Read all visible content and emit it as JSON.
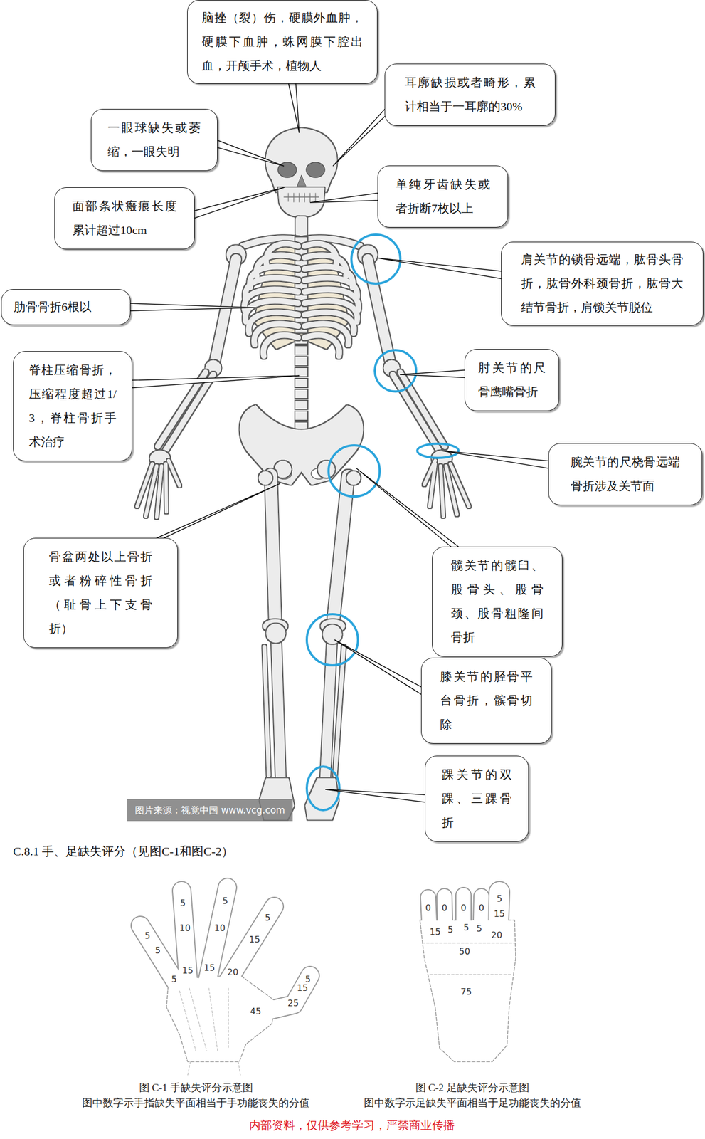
{
  "diagram": {
    "nodes": [
      {
        "text": [
          "脑挫（裂）伤，硬膜外血肿，硬膜下血肿，蛛网膜下腔出血，开颅手术，植物人"
        ]
      },
      {
        "text": [
          "耳廓缺损或者畸形，累计相当于一耳廓的30%"
        ]
      },
      {
        "text": [
          "一眼球缺失或萎缩，一眼失明"
        ]
      },
      {
        "text": [
          "单纯牙齿缺失或者折断7枚以上"
        ]
      },
      {
        "text": [
          "面部条状瘢痕长度累计超过10cm"
        ]
      },
      {
        "text": [
          "肩关节的锁骨远端，肱骨头骨折，肱骨外科颈骨折，肱骨大结节骨折，肩锁关节脱位"
        ]
      },
      {
        "text": [
          "肋骨骨折6根以"
        ]
      },
      {
        "text": [
          "脊柱压缩骨折，压缩程度超过1/3，脊柱骨折手术治疗"
        ]
      },
      {
        "text": [
          "肘关节的尺骨鹰嘴骨折"
        ]
      },
      {
        "text": [
          "腕关节的尺桡骨远端骨折涉及关节面"
        ]
      },
      {
        "text": [
          "骨盆两处以上骨折或者粉碎性骨折（耻骨上下支骨折）"
        ]
      },
      {
        "text": [
          "髋关节的髋臼、股骨头、股骨颈、股骨粗隆间骨折"
        ]
      },
      {
        "text": [
          "膝关节的胫骨平台骨折，髌骨切除"
        ]
      },
      {
        "text": [
          "踝关节的双踝、三踝骨折"
        ]
      }
    ],
    "labels": [
      "图片来源：视觉中国 www.vcg.com",
      "C.8.1 手、足缺失评分（见图C-1和图C-2）",
      "5",
      "5",
      "5",
      "10",
      "10",
      "5",
      "15",
      "5",
      "15",
      "15",
      "20",
      "5",
      "5",
      "15",
      "25",
      "45",
      "0",
      "0",
      "0",
      "0",
      "5",
      "15",
      "15",
      "5",
      "5",
      "5",
      "20",
      "50",
      "75",
      "图 C-1 手缺失评分示意图",
      "图中数字示手指缺失平面相当于手功能丧失的分值",
      "图 C-2 足缺失评分示意图",
      "图中数字示足缺失平面相当于足功能丧失的分值",
      "内部资料，仅供参考学习，严禁商业传播"
    ]
  }
}
